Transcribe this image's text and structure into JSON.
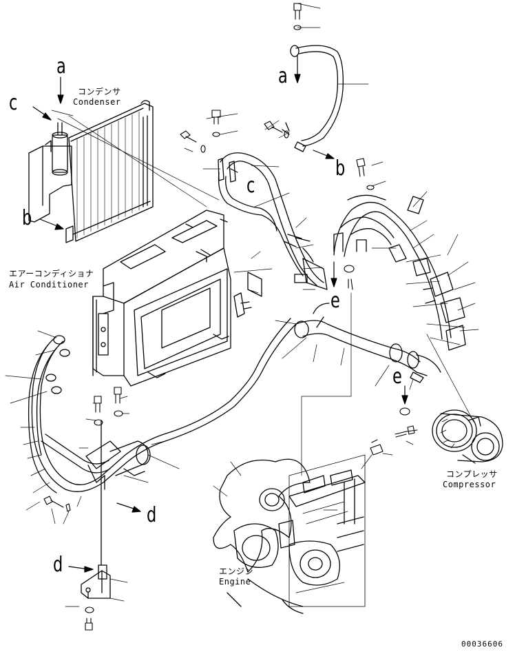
{
  "components": {
    "condenser": {
      "ja": "コンデンサ",
      "en": "Condenser"
    },
    "air_conditioner": {
      "ja": "エアーコンディショナ",
      "en": "Air Conditioner"
    },
    "compressor": {
      "ja": "コンプレッサ",
      "en": "Compressor"
    },
    "engine": {
      "ja": "エンジン",
      "en": "Engine"
    }
  },
  "reference_letters": {
    "a_top": "a",
    "a_left": "a",
    "b_right": "b",
    "b_left": "b",
    "c_left": "c",
    "c_mid": "c",
    "d_right": "d",
    "d_bottom": "d",
    "e_left": "e",
    "e_right": "e"
  },
  "document_number": "00036606"
}
